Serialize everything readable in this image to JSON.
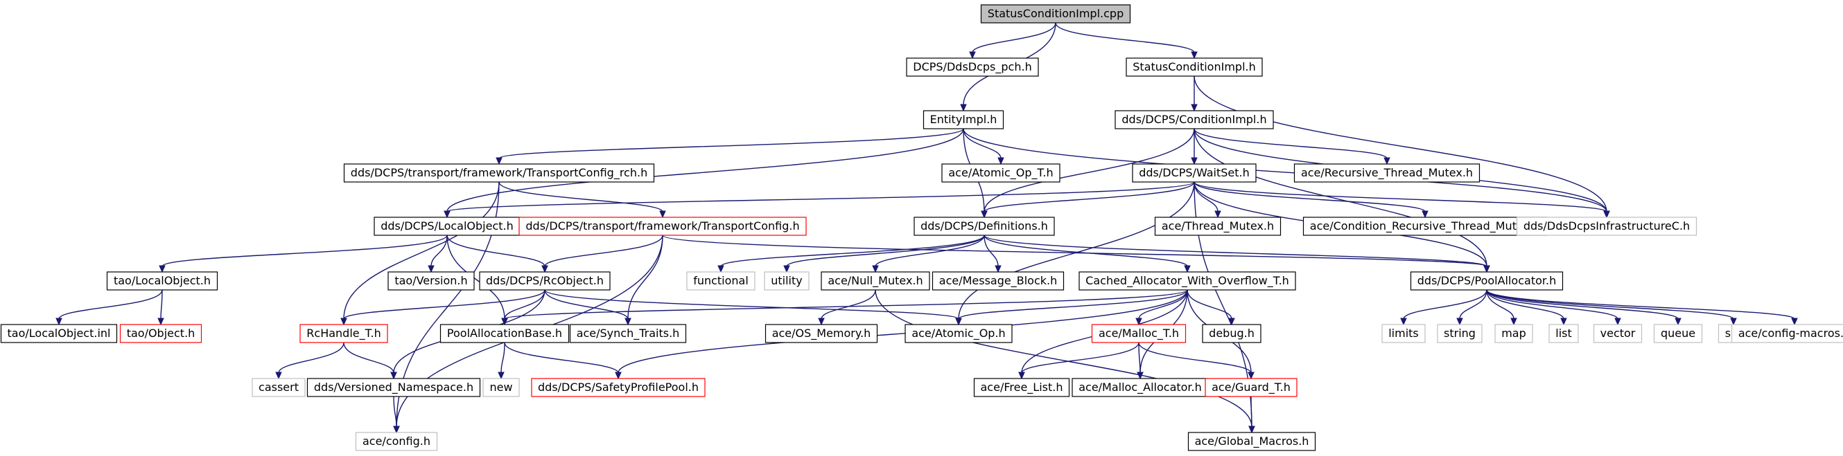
{
  "diagram": {
    "colors": {
      "edge": "#191970",
      "root_fill": "#bfbfbf",
      "box_border": "#000000",
      "incomplete_border": "#ff0000",
      "external_border": "#bfbfbf",
      "text": "#000000"
    },
    "nodes": [
      {
        "id": "root",
        "label": "StatusConditionImpl.cpp",
        "style": "root"
      },
      {
        "id": "pch",
        "label": "DCPS/DdsDcps_pch.h",
        "style": "normal"
      },
      {
        "id": "sci_h",
        "label": "StatusConditionImpl.h",
        "style": "normal"
      },
      {
        "id": "entity",
        "label": "EntityImpl.h",
        "style": "normal"
      },
      {
        "id": "condimpl",
        "label": "dds/DCPS/ConditionImpl.h",
        "style": "normal"
      },
      {
        "id": "tc_rch",
        "label": "dds/DCPS/transport/framework/TransportConfig_rch.h",
        "style": "normal"
      },
      {
        "id": "atomic_op_t",
        "label": "ace/Atomic_Op_T.h",
        "style": "normal"
      },
      {
        "id": "waitset",
        "label": "dds/DCPS/WaitSet.h",
        "style": "normal"
      },
      {
        "id": "rec_mutex",
        "label": "ace/Recursive_Thread_Mutex.h",
        "style": "normal"
      },
      {
        "id": "localobj",
        "label": "dds/DCPS/LocalObject.h",
        "style": "normal"
      },
      {
        "id": "tc",
        "label": "dds/DCPS/transport/framework/TransportConfig.h",
        "style": "red"
      },
      {
        "id": "defs",
        "label": "dds/DCPS/Definitions.h",
        "style": "normal"
      },
      {
        "id": "thread_mutex",
        "label": "ace/Thread_Mutex.h",
        "style": "normal"
      },
      {
        "id": "cond_rec",
        "label": "ace/Condition_Recursive_Thread_Mutex.h",
        "style": "normal"
      },
      {
        "id": "infra",
        "label": "dds/DdsDcpsInfrastructureC.h",
        "style": "grey"
      },
      {
        "id": "tao_lo",
        "label": "tao/LocalObject.h",
        "style": "normal"
      },
      {
        "id": "tao_ver",
        "label": "tao/Version.h",
        "style": "normal"
      },
      {
        "id": "rcobj",
        "label": "dds/DCPS/RcObject.h",
        "style": "normal"
      },
      {
        "id": "functional",
        "label": "functional",
        "style": "grey"
      },
      {
        "id": "utility",
        "label": "utility",
        "style": "grey"
      },
      {
        "id": "nullmutex",
        "label": "ace/Null_Mutex.h",
        "style": "normal"
      },
      {
        "id": "msgblock",
        "label": "ace/Message_Block.h",
        "style": "normal"
      },
      {
        "id": "cached",
        "label": "Cached_Allocator_With_Overflow_T.h",
        "style": "normal"
      },
      {
        "id": "poolalloc",
        "label": "dds/DCPS/PoolAllocator.h",
        "style": "normal"
      },
      {
        "id": "tao_lo_inl",
        "label": "tao/LocalObject.inl",
        "style": "normal"
      },
      {
        "id": "tao_obj",
        "label": "tao/Object.h",
        "style": "red"
      },
      {
        "id": "rchandle",
        "label": "RcHandle_T.h",
        "style": "red"
      },
      {
        "id": "pab",
        "label": "PoolAllocationBase.h",
        "style": "normal"
      },
      {
        "id": "synch",
        "label": "ace/Synch_Traits.h",
        "style": "normal"
      },
      {
        "id": "osmem",
        "label": "ace/OS_Memory.h",
        "style": "normal"
      },
      {
        "id": "atomic_op",
        "label": "ace/Atomic_Op.h",
        "style": "normal"
      },
      {
        "id": "malloc_t",
        "label": "ace/Malloc_T.h",
        "style": "red"
      },
      {
        "id": "debug",
        "label": "debug.h",
        "style": "normal"
      },
      {
        "id": "limits",
        "label": "limits",
        "style": "grey"
      },
      {
        "id": "string",
        "label": "string",
        "style": "grey"
      },
      {
        "id": "map",
        "label": "map",
        "style": "grey"
      },
      {
        "id": "list",
        "label": "list",
        "style": "grey"
      },
      {
        "id": "vector",
        "label": "vector",
        "style": "grey"
      },
      {
        "id": "queue",
        "label": "queue",
        "style": "grey"
      },
      {
        "id": "set",
        "label": "set",
        "style": "grey"
      },
      {
        "id": "configmacros",
        "label": "ace/config-macros.h",
        "style": "grey"
      },
      {
        "id": "cassert",
        "label": "cassert",
        "style": "grey"
      },
      {
        "id": "versioned",
        "label": "dds/Versioned_Namespace.h",
        "style": "normal"
      },
      {
        "id": "new",
        "label": "new",
        "style": "grey"
      },
      {
        "id": "safetypool",
        "label": "dds/DCPS/SafetyProfilePool.h",
        "style": "red"
      },
      {
        "id": "freelist",
        "label": "ace/Free_List.h",
        "style": "normal"
      },
      {
        "id": "malloc_alloc",
        "label": "ace/Malloc_Allocator.h",
        "style": "normal"
      },
      {
        "id": "guard",
        "label": "ace/Guard_T.h",
        "style": "red"
      },
      {
        "id": "aceconfig",
        "label": "ace/config.h",
        "style": "grey"
      },
      {
        "id": "globalmacros",
        "label": "ace/Global_Macros.h",
        "style": "normal"
      }
    ],
    "edges": [
      [
        "root",
        "pch"
      ],
      [
        "root",
        "entity"
      ],
      [
        "root",
        "sci_h"
      ],
      [
        "sci_h",
        "condimpl"
      ],
      [
        "sci_h",
        "infra"
      ],
      [
        "entity",
        "tc_rch"
      ],
      [
        "entity",
        "atomic_op_t"
      ],
      [
        "entity",
        "defs"
      ],
      [
        "entity",
        "localobj"
      ],
      [
        "entity",
        "infra"
      ],
      [
        "condimpl",
        "waitset"
      ],
      [
        "condimpl",
        "rec_mutex"
      ],
      [
        "condimpl",
        "defs"
      ],
      [
        "condimpl",
        "infra"
      ],
      [
        "condimpl",
        "poolalloc"
      ],
      [
        "tc_rch",
        "tc"
      ],
      [
        "tc_rch",
        "rchandle"
      ],
      [
        "tc_rch",
        "aceconfig"
      ],
      [
        "waitset",
        "localobj"
      ],
      [
        "waitset",
        "defs"
      ],
      [
        "waitset",
        "thread_mutex"
      ],
      [
        "waitset",
        "cond_rec"
      ],
      [
        "waitset",
        "infra"
      ],
      [
        "waitset",
        "poolalloc"
      ],
      [
        "waitset",
        "atomic_op"
      ],
      [
        "waitset",
        "globalmacros"
      ],
      [
        "localobj",
        "tao_lo"
      ],
      [
        "localobj",
        "tao_ver"
      ],
      [
        "localobj",
        "rcobj"
      ],
      [
        "localobj",
        "pab"
      ],
      [
        "tc",
        "rcobj"
      ],
      [
        "tc",
        "synch"
      ],
      [
        "tc",
        "aceconfig"
      ],
      [
        "tc",
        "poolalloc"
      ],
      [
        "defs",
        "functional"
      ],
      [
        "defs",
        "utility"
      ],
      [
        "defs",
        "nullmutex"
      ],
      [
        "defs",
        "msgblock"
      ],
      [
        "defs",
        "cached"
      ],
      [
        "defs",
        "poolalloc"
      ],
      [
        "tao_lo",
        "tao_lo_inl"
      ],
      [
        "tao_lo",
        "tao_obj"
      ],
      [
        "rcobj",
        "rchandle"
      ],
      [
        "rcobj",
        "pab"
      ],
      [
        "rcobj",
        "synch"
      ],
      [
        "rcobj",
        "atomic_op"
      ],
      [
        "rcobj",
        "versioned"
      ],
      [
        "nullmutex",
        "osmem"
      ],
      [
        "nullmutex",
        "globalmacros"
      ],
      [
        "cached",
        "atomic_op"
      ],
      [
        "cached",
        "malloc_t"
      ],
      [
        "cached",
        "debug"
      ],
      [
        "cached",
        "freelist"
      ],
      [
        "cached",
        "malloc_alloc"
      ],
      [
        "cached",
        "guard"
      ],
      [
        "cached",
        "safetypool"
      ],
      [
        "cached",
        "pab"
      ],
      [
        "poolalloc",
        "limits"
      ],
      [
        "poolalloc",
        "string"
      ],
      [
        "poolalloc",
        "map"
      ],
      [
        "poolalloc",
        "list"
      ],
      [
        "poolalloc",
        "vector"
      ],
      [
        "poolalloc",
        "queue"
      ],
      [
        "poolalloc",
        "set"
      ],
      [
        "poolalloc",
        "configmacros"
      ],
      [
        "rchandle",
        "cassert"
      ],
      [
        "rchandle",
        "versioned"
      ],
      [
        "pab",
        "new"
      ],
      [
        "pab",
        "safetypool"
      ],
      [
        "malloc_t",
        "freelist"
      ],
      [
        "malloc_t",
        "malloc_alloc"
      ],
      [
        "malloc_t",
        "guard"
      ],
      [
        "versioned",
        "aceconfig"
      ],
      [
        "guard",
        "globalmacros"
      ]
    ]
  }
}
